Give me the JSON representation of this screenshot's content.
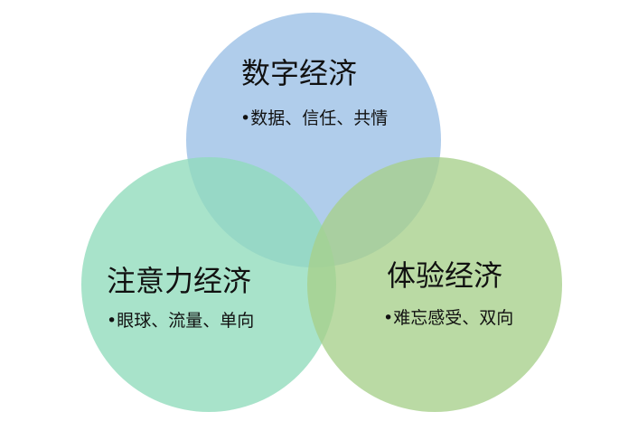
{
  "circles": [
    {
      "id": "digital",
      "title": "数字经济",
      "bullet": "•数据、信任、共情",
      "fill": "#9fc2e6"
    },
    {
      "id": "attention",
      "title": "注意力经济",
      "bullet": "•眼球、流量、单向",
      "fill": "#8fdbbb"
    },
    {
      "id": "experience",
      "title": "体验经济",
      "bullet": "•难忘感受、双向",
      "fill": "#a7d08a"
    }
  ]
}
